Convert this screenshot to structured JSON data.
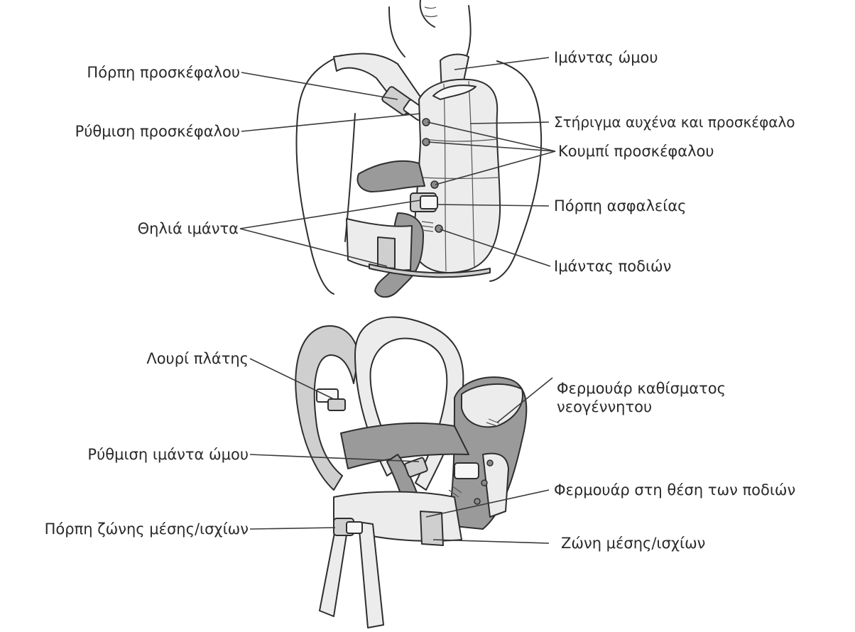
{
  "labels": {
    "headrest_buckle": "Πόρπη προσκέφαλου",
    "headrest_adjust": "Ρύθμιση προσκέφαλου",
    "female_strap": "Θηλιά ιμάντα",
    "shoulder_strap": "Ιμάντας ώμου",
    "neck_support": "Στήριγμα αυχένα και προσκέφαλο",
    "headrest_button": "Κουμπί προσκέφαλου",
    "safety_buckle": "Πόρπη ασφαλείας",
    "leg_strap": "Ιμάντας ποδιών",
    "back_strap": "Λουρί πλάτης",
    "shoulder_strap_adjust": "Ρύθμιση ιμάντα ώμου",
    "waist_buckle": "Πόρπη ζώνης μέσης/ισχίων",
    "newborn_seat_zipper": "Φερμουάρ καθίσματος νεογέννητου",
    "leg_position_zipper": "Φερμουάρ στη θέση των ποδιών",
    "waist_belt": "Ζώνη μέσης/ισχίων"
  },
  "colors": {
    "ink": "#2e2e2e",
    "fabric_light": "#ececec",
    "fabric_mid": "#cfcfcf",
    "fabric_dark": "#9a9a9a"
  }
}
